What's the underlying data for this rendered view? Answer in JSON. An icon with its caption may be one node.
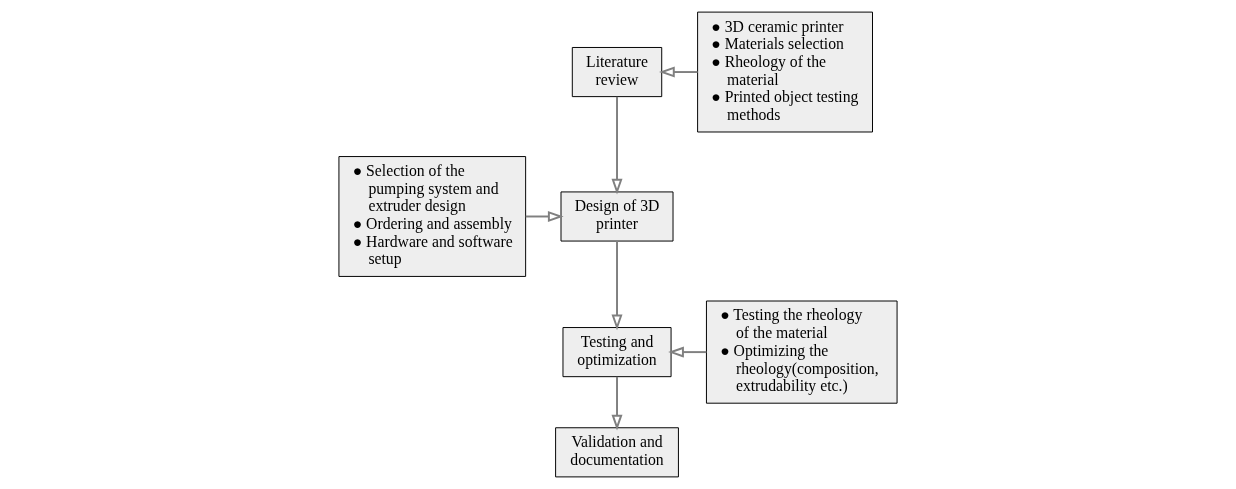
{
  "diagram": {
    "nodes": [
      {
        "text": [
          "Literature review"
        ]
      },
      {
        "text": [
          "Design of 3D printer"
        ]
      },
      {
        "text": [
          "Testing and optimization"
        ]
      },
      {
        "text": [
          "Validation and documentation"
        ]
      },
      {
        "text": [
          "● 3D ceramic printer",
          "● Materials selection",
          "● Rheology of the material",
          "● Printed object testing methods"
        ]
      },
      {
        "text": [
          "● Selection of the pumping system and extruder design",
          "● Ordering and assembly",
          "● Hardware and software setup"
        ]
      },
      {
        "text": [
          "● Testing the rheology of the material",
          "● Optimizing the rheology(composition, extrudability etc.)"
        ]
      }
    ],
    "edges": [
      {
        "from": 4,
        "to": 0,
        "arrow": "to"
      },
      {
        "from": 0,
        "to": 1,
        "arrow": "to"
      },
      {
        "from": 5,
        "to": 1,
        "arrow": "to"
      },
      {
        "from": 1,
        "to": 2,
        "arrow": "to"
      },
      {
        "from": 6,
        "to": 2,
        "arrow": "to"
      },
      {
        "from": 2,
        "to": 3,
        "arrow": "to"
      }
    ]
  }
}
